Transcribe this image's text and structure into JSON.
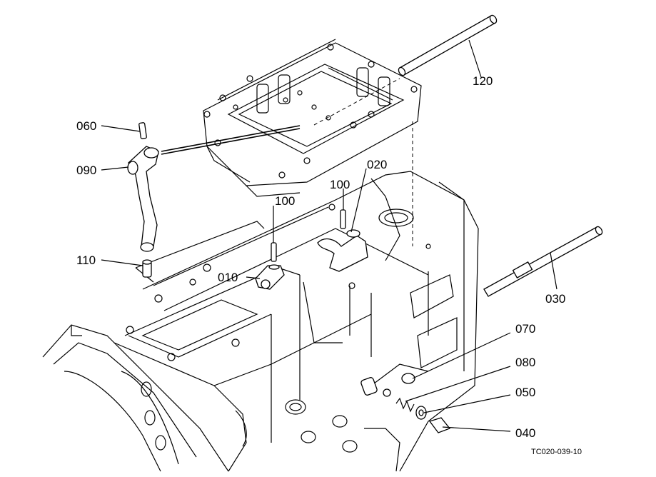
{
  "figure_code": "TC020-039-10",
  "parts": [
    {
      "id": "p060",
      "label": "060",
      "icon": "spring-pin"
    },
    {
      "id": "p090",
      "label": "090",
      "icon": "shift-arm"
    },
    {
      "id": "p110",
      "label": "110",
      "icon": "pin"
    },
    {
      "id": "p120",
      "label": "120",
      "icon": "shift-rod"
    },
    {
      "id": "p100a",
      "label": "100",
      "icon": "spring-pin"
    },
    {
      "id": "p100b",
      "label": "100",
      "icon": "spring-pin"
    },
    {
      "id": "p020",
      "label": "020",
      "icon": "shift-fork"
    },
    {
      "id": "p010",
      "label": "010",
      "icon": "shift-fork"
    },
    {
      "id": "p030",
      "label": "030",
      "icon": "shift-rod"
    },
    {
      "id": "p070",
      "label": "070",
      "icon": "ball"
    },
    {
      "id": "p080",
      "label": "080",
      "icon": "spring"
    },
    {
      "id": "p050",
      "label": "050",
      "icon": "washer"
    },
    {
      "id": "p040",
      "label": "040",
      "icon": "plug-bolt"
    }
  ]
}
